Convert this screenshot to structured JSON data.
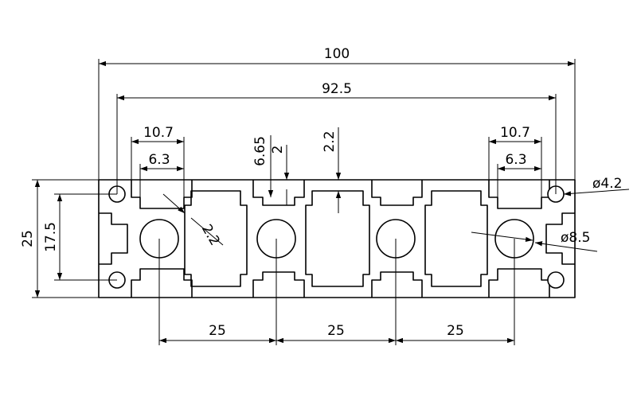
{
  "colors": {
    "line": "#000000",
    "background": "#ffffff"
  },
  "dimensions": {
    "overall_width": "100",
    "hole_pitch_width": "92.5",
    "slot_outer_left": "10.7",
    "slot_inner_left": "6.3",
    "slot_outer_right": "10.7",
    "slot_inner_right": "6.3",
    "lip_depth": "6.65",
    "lip_thickness": "2",
    "wall_top": "2.2",
    "wall_diag": "2.2",
    "height": "25",
    "hole_pitch_height": "17.5",
    "small_hole_dia": "ø4.2",
    "core_hole_dia": "ø8.5",
    "core_pitch_1": "25",
    "core_pitch_2": "25",
    "core_pitch_3": "25"
  }
}
